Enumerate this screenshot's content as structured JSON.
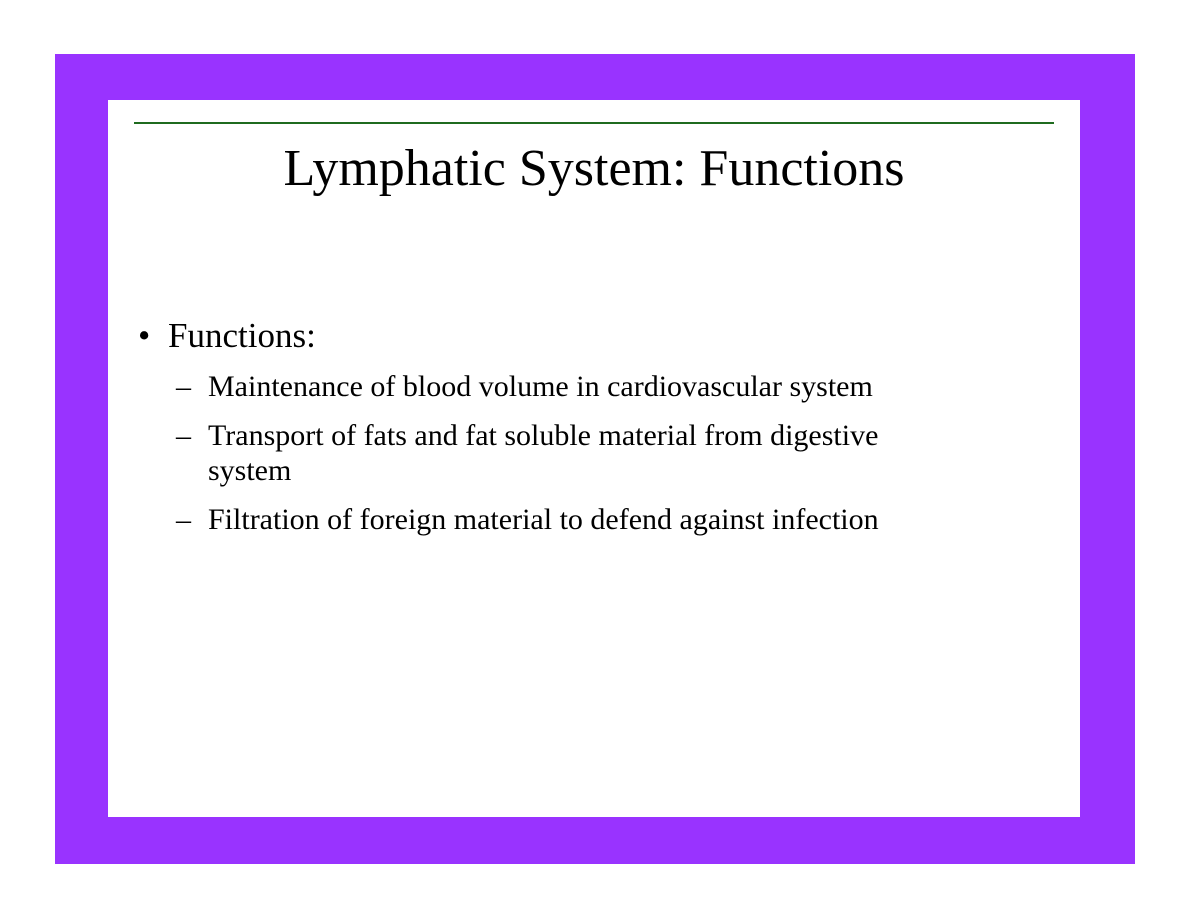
{
  "slide": {
    "title": "Lymphatic System: Functions",
    "bullet": {
      "marker": "•",
      "text": "Functions:"
    },
    "sub_marker": "–",
    "sub_items": [
      "Maintenance of blood volume in cardiovascular system",
      "Transport of fats and fat soluble material from digestive system",
      "Filtration of foreign material to defend against infection"
    ]
  },
  "colors": {
    "frame": "#9933ff",
    "rule": "#1f6b1f"
  }
}
